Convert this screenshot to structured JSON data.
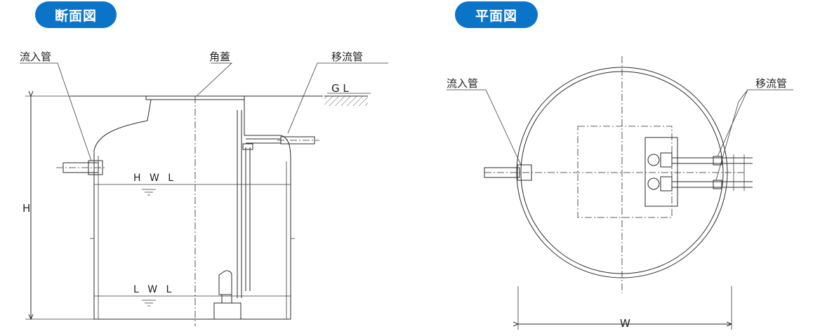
{
  "headings": {
    "section": "断面図",
    "plan": "平面図"
  },
  "section_view": {
    "inlet_label": "流入管",
    "lid_label": "角蓋",
    "transfer_label": "移流管",
    "gl_label": "G L",
    "hwl_label": "H W L",
    "lwl_label": "L W L",
    "height_label": "H"
  },
  "plan_view": {
    "inlet_label": "流入管",
    "transfer_label": "移流管",
    "width_label": "W"
  }
}
